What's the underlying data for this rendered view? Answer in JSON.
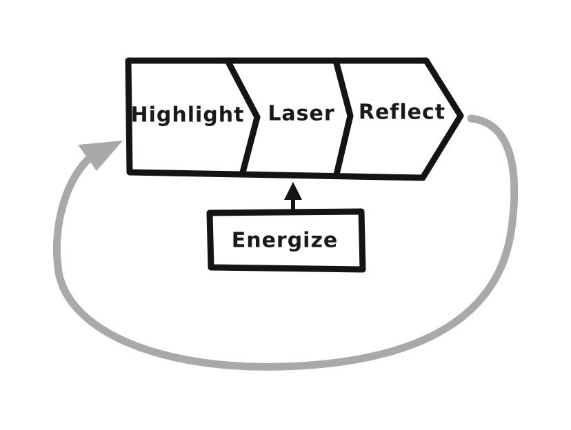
{
  "stages": [
    {
      "label": "Highlight"
    },
    {
      "label": "Laser"
    },
    {
      "label": "Reflect"
    }
  ],
  "input": {
    "label": "Energize"
  },
  "colors": {
    "ink": "#141414",
    "loop_arrow": "#a9a9a9",
    "background": "#ffffff"
  }
}
